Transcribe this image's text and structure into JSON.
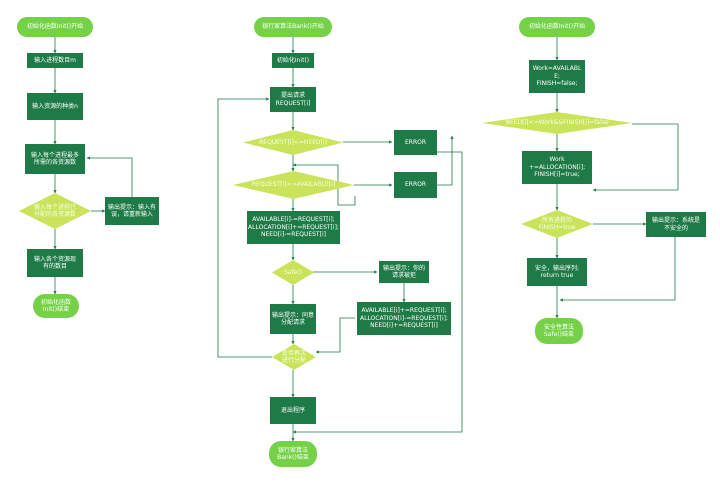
{
  "colors": {
    "terminal": "#74d148",
    "process": "#1e7a46",
    "decision": "#c9e35a",
    "edge": "#1e7a46"
  },
  "init": {
    "start": "初始化函数Init()开始",
    "input_m": "输入进程数目m",
    "input_n": "输入资源的种类n",
    "input_max": "输入每个进程最多\n所需的各资源数",
    "check_max": "输入每个进程已\n分配的各资源数",
    "error_msg": "输出提示：输入有\n误，请重新输入",
    "input_avail": "输入各个资源现\n有的数目",
    "end": "初始化函数\nInit()结束"
  },
  "bank": {
    "start": "银行家算法Bank()开始",
    "init": "初始化Init()",
    "request": "提出请求\nREQUEST[i]",
    "cond_need": "REQUEST[i]<=NEED[i]",
    "error1": "ERROR",
    "cond_avail": "REQUEST[i]<=AVAILABLE[i]",
    "error2": "ERROR",
    "allocate": "AVAILABLE[i]-=REQUEST[i];\nALLOCATION[i]+=REQUEST[i];\nNEED[i]-=REQUEST[i]",
    "safe": "Safe()",
    "reject": "输出提示：你的\n请求被拒",
    "agree": "输出提示：同意\n分配请求",
    "rollback": "AVAILABLE[i]+=REQUEST[i];\nALLOCATION[i]-=REQUEST[i];\nNEED[i]+=REQUEST[i]",
    "again": "是否再次\n进行分配",
    "exit": "退出程序",
    "end": "银行家算法\nBank()结束"
  },
  "safe": {
    "start": "初始化函数Init()开始",
    "init_work": "Work=AVAILABL\nE;\nFINISH=false;",
    "cond_need": "NEED[i]<=Work&&FINISH[i]=false",
    "update": "Work\n+=ALLOCATION[i];\nFINISH[i]=true;",
    "all_finish": "所有进程的\nFINISH=true",
    "unsafe": "输出提示：系统是\n不安全的",
    "safe_out": "安全，输出序列;\nreturn true",
    "end": "安全性算法\nSafe()结束"
  }
}
